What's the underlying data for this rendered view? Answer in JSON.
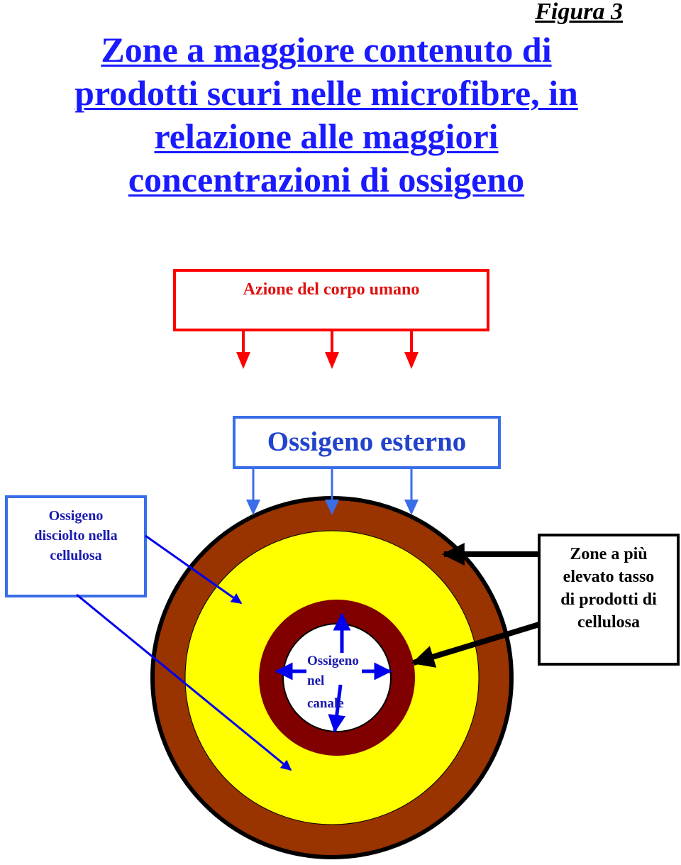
{
  "figure_label": "Figura 3",
  "title_lines": [
    "Zone a maggiore contenuto di",
    "prodotti scuri nelle microfibre, in",
    "relazione alle maggiori",
    "concentrazioni di ossigeno"
  ],
  "boxes": {
    "azione": "Azione del corpo umano",
    "ossigeno_esterno": "Ossigeno esterno",
    "disciolto": [
      "Ossigeno",
      "disciolto nella",
      "cellulosa"
    ],
    "zone": [
      "Zone a più",
      "elevato tasso",
      "di prodotti di",
      "cellulosa"
    ],
    "canale": [
      "Ossigeno",
      "nel",
      "canale"
    ]
  },
  "colors": {
    "title_blue": "#1a1aff",
    "red": "#ff0000",
    "box_blue": "#3a6ee8",
    "arrow_blue": "#0000ee",
    "outer_ring_brown": "#993300",
    "yellow_layer": "#ffff00",
    "inner_ring_darkred": "#800000",
    "lumen_white": "#ffffff"
  }
}
